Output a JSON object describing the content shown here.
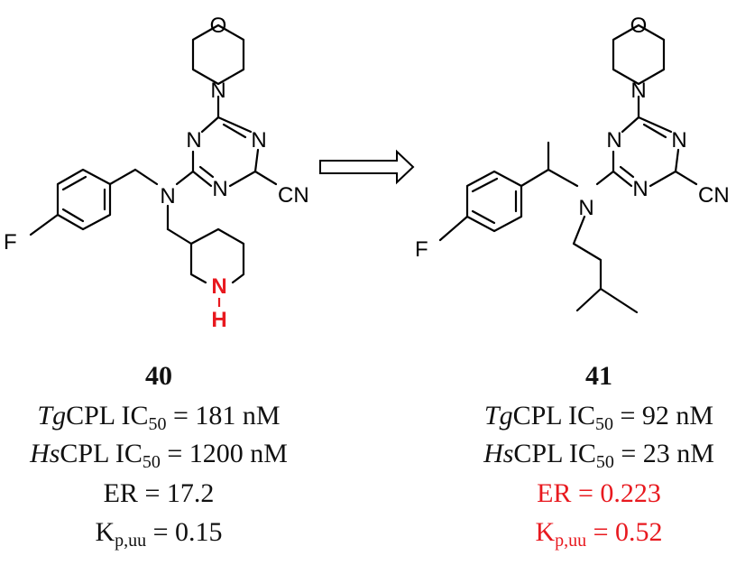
{
  "colors": {
    "ink": "#000000",
    "highlight": "#e8191f"
  },
  "arrow": {
    "type": "hollow-right-arrow"
  },
  "compounds": [
    {
      "id": "40",
      "atoms": {
        "O": "O",
        "N1": "N",
        "N2": "N",
        "N3": "N",
        "N4": "N",
        "N5": "N",
        "CN": "CN",
        "F": "F",
        "NH_N": "N",
        "NH_H": "H"
      },
      "tg": {
        "italic": "Tg",
        "prefix": "CPL IC",
        "sub": "50",
        "value": " = 181 nM"
      },
      "hs": {
        "italic": "Hs",
        "prefix": "CPL IC",
        "sub": "50",
        "value": " = 1200 nM"
      },
      "er": "ER = 17.2",
      "kp": {
        "k": "K",
        "sub": "p,uu",
        "value": " = 0.15"
      },
      "highlight_atoms": [
        "NH"
      ]
    },
    {
      "id": "41",
      "atoms": {
        "O": "O",
        "N1": "N",
        "N2": "N",
        "N3": "N",
        "N4": "N",
        "N5": "N",
        "CN": "CN",
        "F": "F"
      },
      "tg": {
        "italic": "Tg",
        "prefix": "CPL IC",
        "sub": "50",
        "value": " = 92 nM"
      },
      "hs": {
        "italic": "Hs",
        "prefix": "CPL IC",
        "sub": "50",
        "value": " = 23 nM"
      },
      "er": "ER = 0.223",
      "kp": {
        "k": "K",
        "sub": "p,uu",
        "value": " = 0.52"
      },
      "highlight_lines": [
        "er",
        "kp"
      ]
    }
  ]
}
